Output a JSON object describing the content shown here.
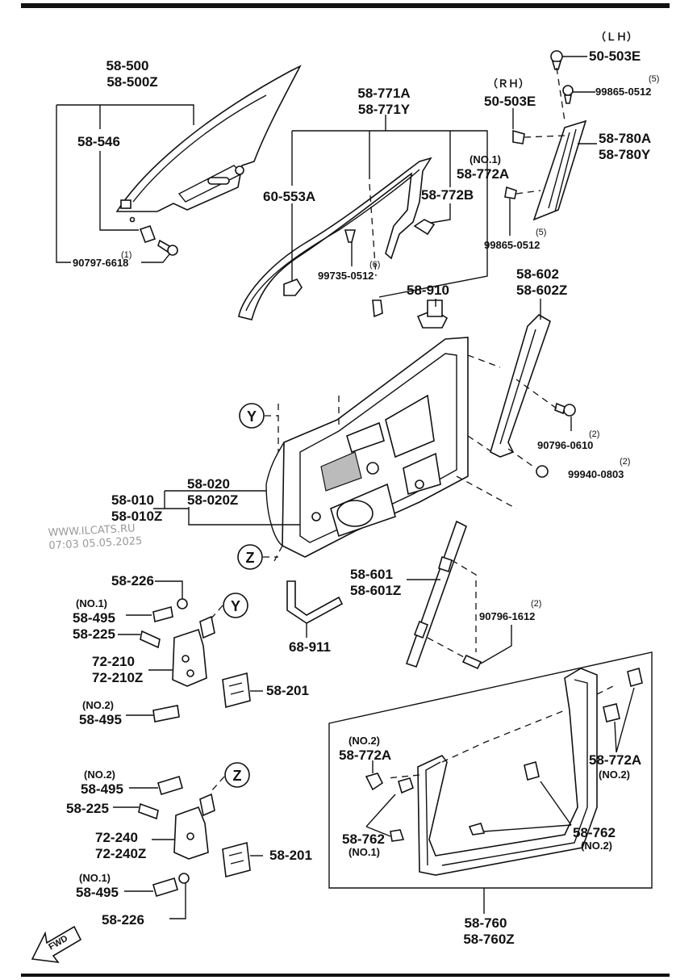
{
  "labels": {
    "l_58_500": "58-500",
    "l_58_500z": "58-500Z",
    "l_58_546": "58-546",
    "l_qty1_a": "(1)",
    "l_90797": "90797-6618",
    "l_58_771a": "58-771A",
    "l_58_771y": "58-771Y",
    "l_60_553a": "60-553A",
    "l_qty6": "(6)",
    "l_99735": "99735-0512",
    "l_no1_a": "(NO.1)",
    "l_58_772a_top": "58-772A",
    "l_58_772b": "58-772B",
    "l_lh": "（ＬＨ）",
    "l_50_503e_lh": "50-503E",
    "l_rh": "（ＲＨ）",
    "l_50_503e_rh": "50-503E",
    "l_qty5_a": "(5)",
    "l_99865_a": "99865-0512",
    "l_58_780a": "58-780A",
    "l_58_780y": "58-780Y",
    "l_qty5_b": "(5)",
    "l_99865_b": "99865-0512",
    "l_58_910": "58-910",
    "l_58_602": "58-602",
    "l_58_602z": "58-602Z",
    "l_qty2_a": "(2)",
    "l_90796_0610": "90796-0610",
    "l_qty2_b": "(2)",
    "l_99940": "99940-0803",
    "l_y_top": "Y",
    "l_58_020": "58-020",
    "l_58_020z": "58-020Z",
    "l_58_010": "58-010",
    "l_58_010z": "58-010Z",
    "l_z_top": "Z",
    "l_58_601": "58-601",
    "l_58_601z": "58-601Z",
    "l_qty2_c": "(2)",
    "l_90796_1612": "90796-1612",
    "l_68_911": "68-911",
    "l_58_226_a": "58-226",
    "l_no1_b": "(NO.1)",
    "l_58_495_a": "58-495",
    "l_58_225_a": "58-225",
    "l_y_mid": "Y",
    "l_72_210": "72-210",
    "l_72_210z": "72-210Z",
    "l_58_201_a": "58-201",
    "l_no2_a": "(NO.2)",
    "l_58_495_b": "58-495",
    "l_no2_b": "(NO.2)",
    "l_58_495_c": "58-495",
    "l_z_mid": "Z",
    "l_58_225_b": "58-225",
    "l_72_240": "72-240",
    "l_72_240z": "72-240Z",
    "l_58_201_b": "58-201",
    "l_no1_c": "(NO.1)",
    "l_58_495_d": "58-495",
    "l_58_226_b": "58-226",
    "l_no2_c": "(NO.2)",
    "l_58_772a_mid": "58-772A",
    "l_58_772a_right": "58-772A",
    "l_no2_d": "(NO.2)",
    "l_58_762_l": "58-762",
    "l_no1_d": "(NO.1)",
    "l_58_762_r": "58-762",
    "l_no2_e": "(NO.2)",
    "l_58_760": "58-760",
    "l_58_760z": "58-760Z",
    "l_fwd": "FWD"
  },
  "watermark": {
    "site": "WWW.ILCATS.RU",
    "timestamp": "07:03 05.05.2025"
  },
  "colors": {
    "ink": "#111111",
    "background": "#ffffff",
    "watermark": "#9a9a9a"
  }
}
